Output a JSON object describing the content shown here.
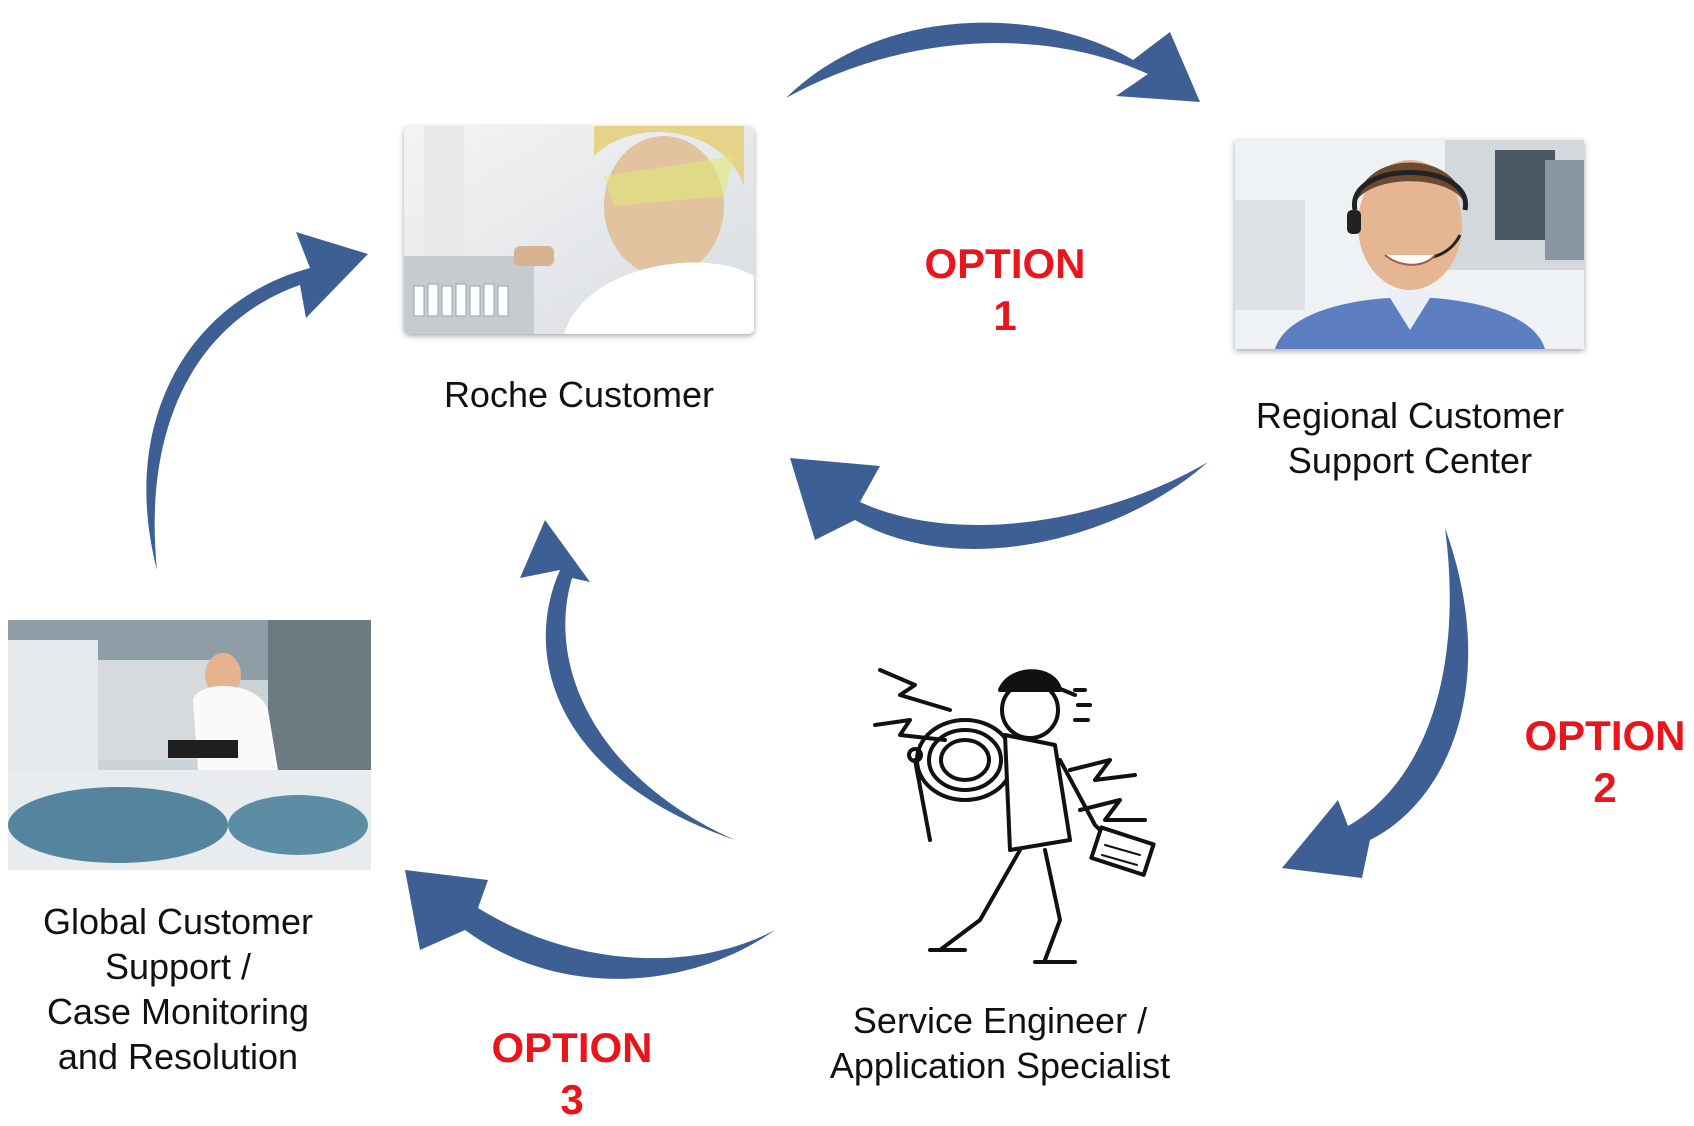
{
  "nodes": {
    "roche_customer": {
      "label_lines": [
        "Roche Customer"
      ],
      "image": "scientist-with-vials-photo"
    },
    "regional_support": {
      "label_lines": [
        "Regional Customer",
        "Support Center"
      ],
      "image": "call-center-agent-photo"
    },
    "service_engineer": {
      "label_lines": [
        "Service Engineer /",
        "Application Specialist"
      ],
      "image": "service-engineer-cartoon"
    },
    "global_support": {
      "label_lines": [
        "Global Customer",
        "Support /",
        "Case Monitoring",
        "and Resolution"
      ],
      "image": "lab-analyzer-photo"
    }
  },
  "options": [
    {
      "lines": [
        "OPTION",
        "1"
      ]
    },
    {
      "lines": [
        "OPTION",
        "2"
      ]
    },
    {
      "lines": [
        "OPTION",
        "3"
      ]
    }
  ],
  "colors": {
    "arrow": "#3e5f93",
    "option_text": "#e8161b",
    "label_text": "#111111"
  }
}
